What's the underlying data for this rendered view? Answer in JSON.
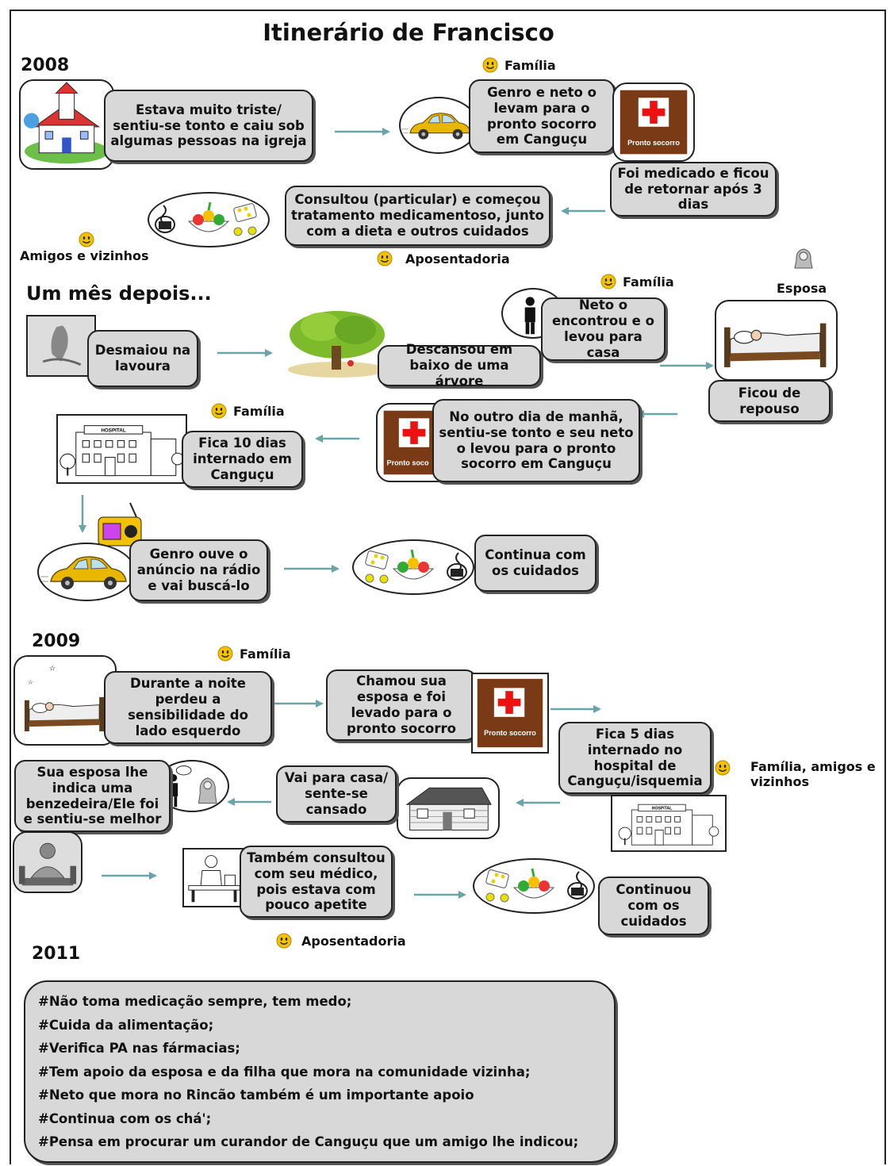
{
  "title": "Itinerário de Francisco",
  "sections": {
    "y2008": "2008",
    "month_later": "Um mês depois...",
    "y2009": "2009",
    "y2011": "2011"
  },
  "labels": {
    "familia_1": "Família",
    "amigos_vizinhos": "Amigos e vizinhos",
    "aposentadoria_1": "Aposentadoria",
    "familia_2": "Família",
    "esposa": "Esposa",
    "familia_3": "Família",
    "familia_4": "Família",
    "familia_amigos_vizinhos": "Família, amigos e vizinhos",
    "aposentadoria_2": "Aposentadoria"
  },
  "boxes": {
    "b2008_igreja": "Estava muito triste/ sentiu-se tonto e caiu sob algumas pessoas na igreja",
    "b2008_genro": "Genro e neto o levam para o pronto socorro em Canguçu",
    "b2008_medicado": "Foi medicado e ficou de retornar após 3 dias",
    "b2008_consultou": "Consultou (particular) e começou tratamento medicamentoso, junto com a dieta e outros cuidados",
    "m_desmaiou": "Desmaiou na lavoura",
    "m_descansou": "Descansou em baixo de uma árvore",
    "m_neto": "Neto o encontrou e o levou para casa",
    "m_repouso": "Ficou de repouso",
    "m_outro_dia": "No outro dia de manhã, sentiu-se tonto e seu neto o levou para o pronto socorro em Canguçu",
    "m_10dias": "Fica 10 dias internado em Canguçu",
    "m_genro_radio": "Genro ouve o anúncio na rádio e vai buscá-lo",
    "m_continua": "Continua com os cuidados",
    "b2009_noite": "Durante a noite perdeu a sensibilidade do lado esquerdo",
    "b2009_chamou": "Chamou sua esposa e foi levado para o pronto socorro",
    "b2009_5dias": "Fica 5 dias internado no hospital de Canguçu/isquemia",
    "b2009_vai_casa": "Vai para casa/ sente-se cansado",
    "b2009_benzedeira": "Sua esposa lhe indica uma benzedeira/Ele foi e sentiu-se melhor",
    "b2009_medico": "Também consultou com seu médico, pois estava com pouco apetite",
    "b2009_continuou": "Continuou com os cuidados"
  },
  "signs": {
    "pronto_socorro": "Pronto socorro",
    "pronto_soco_cut": "Pronto soco",
    "hospital": "HOSPITAL"
  },
  "notes_2011": [
    "#Não toma medicação sempre, tem medo;",
    "#Cuida da alimentação;",
    "#Verifica PA nas fármacias;",
    "#Tem apoio da esposa e da filha que mora na comunidade vizinha;",
    "#Neto que mora no Rincão também é um importante apoio",
    "#Continua com os chá';",
    "#Pensa em procurar um curandor de Canguçu que um amigo lhe indicou;"
  ],
  "colors": {
    "box_bg": "#d8d8d8",
    "arrow": "#6aa3a8",
    "smiley": "#f2c200",
    "cross": "#e11",
    "sign": "#7a3a16"
  }
}
